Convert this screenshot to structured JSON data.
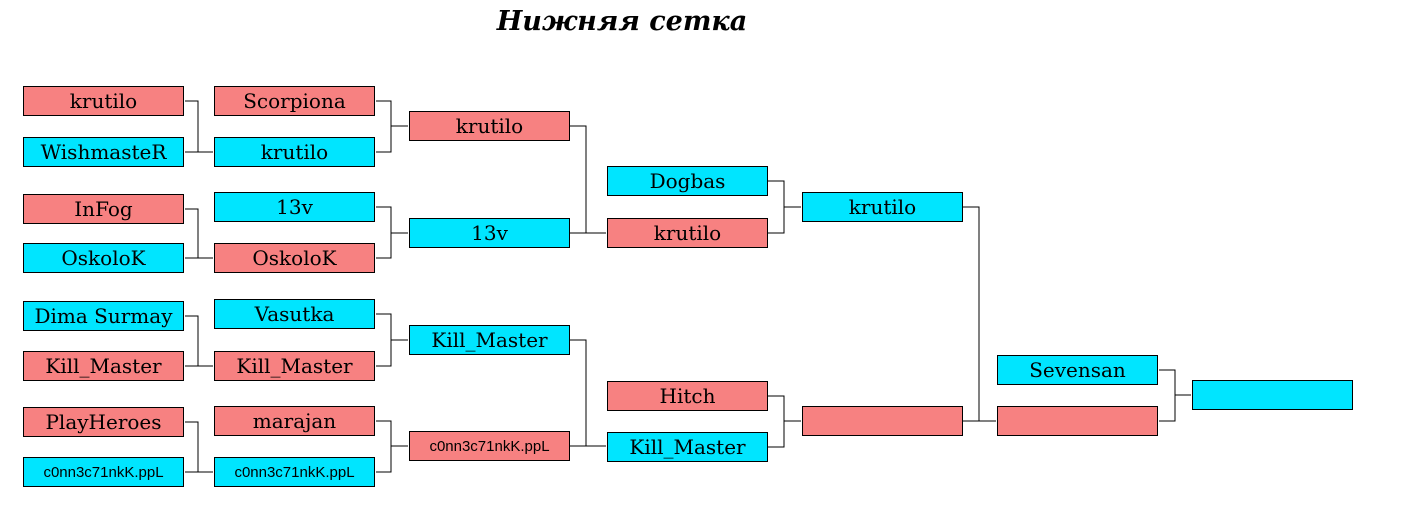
{
  "title": "Нижняя сетка",
  "colors": {
    "red": "#f78181",
    "cyan": "#00e5ff",
    "line": "#000000"
  },
  "slots": {
    "r1a": "krutilo",
    "r1b": "WishmasteR",
    "r1c": "InFog",
    "r1d": "OskoloK",
    "r1e": "Dima Surmay",
    "r1f": "Kill_Master",
    "r1g": "PlayHeroes",
    "r1h": "c0nn3c71nkK.ppL",
    "r2a": "Scorpiona",
    "r2b": "krutilo",
    "r2c": "13v",
    "r2d": "OskoloK",
    "r2e": "Vasutka",
    "r2f": "Kill_Master",
    "r2g": "marajan",
    "r2h": "c0nn3c71nkK.ppL",
    "r3a": "krutilo",
    "r3b": "13v",
    "r3c": "Kill_Master",
    "r3d": "c0nn3c71nkK.ppL",
    "r4a": "Dogbas",
    "r4b": "krutilo",
    "r4c": "Hitch",
    "r4d": "Kill_Master",
    "r5a": "krutilo",
    "r5b": "",
    "r6a": "Sevensan",
    "r6b": "",
    "r7": ""
  }
}
